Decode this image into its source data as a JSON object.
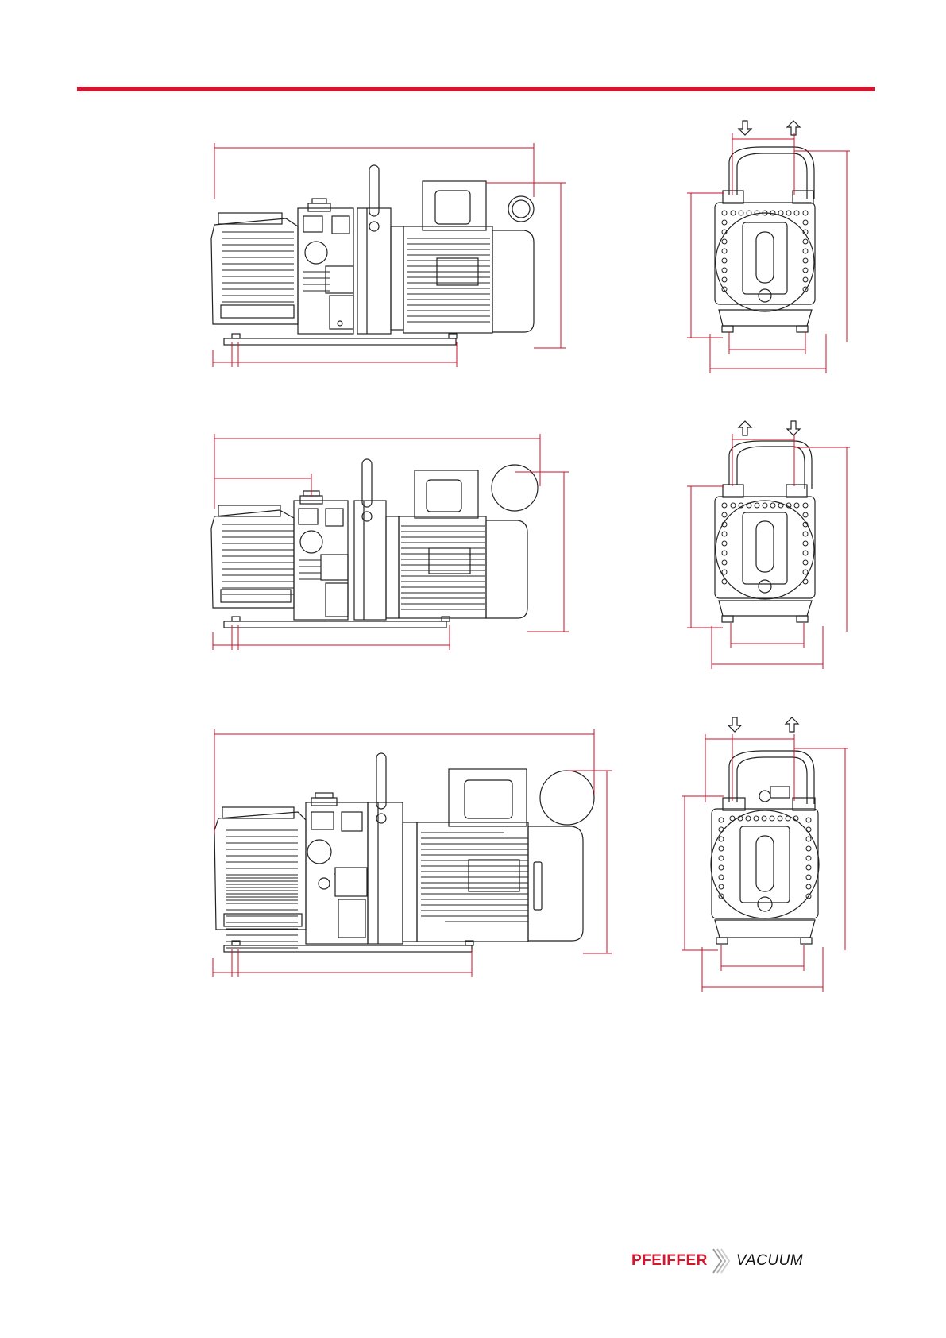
{
  "theme": {
    "accent": "#d2172f",
    "dimension_color": "#c8102e",
    "line_color": "#222222"
  },
  "drawings": {
    "row_1": {
      "side_view": {
        "name": "pump-side-view-1"
      },
      "front_view": {
        "name": "pump-front-view-1",
        "flow_arrows": [
          "down-arrow-icon",
          "up-arrow-icon"
        ]
      }
    },
    "row_2": {
      "side_view": {
        "name": "pump-side-view-2"
      },
      "front_view": {
        "name": "pump-front-view-2",
        "flow_arrows": [
          "up-arrow-icon",
          "down-arrow-icon"
        ]
      }
    },
    "row_3": {
      "side_view": {
        "name": "pump-side-view-3"
      },
      "front_view": {
        "name": "pump-front-view-3",
        "flow_arrows": [
          "down-arrow-icon",
          "up-arrow-icon"
        ]
      }
    }
  },
  "logo": {
    "left_text": "PFEIFFER",
    "right_text": "VACUUM",
    "left_color": "#d2172f"
  }
}
